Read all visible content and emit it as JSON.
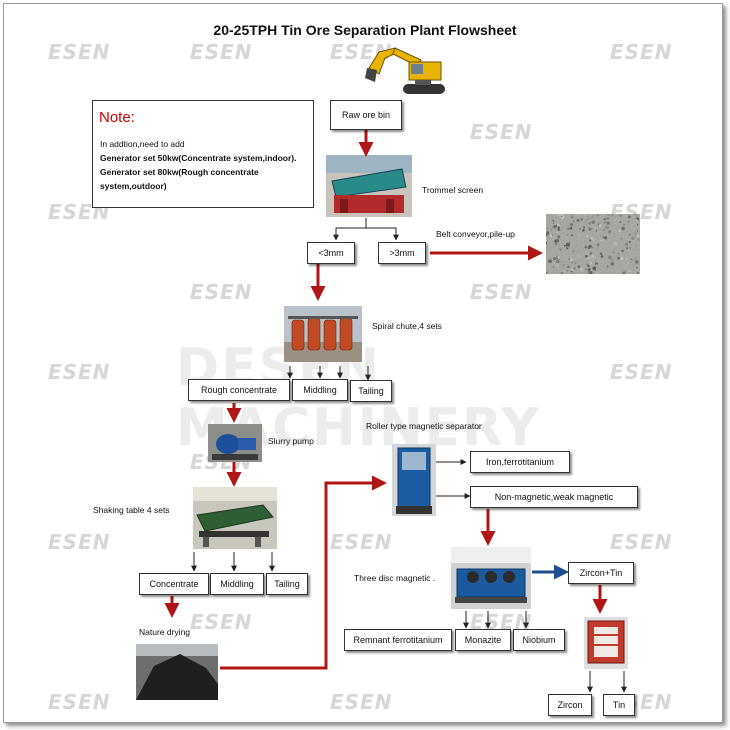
{
  "title": "20-25TPH Tin Ore Separation Plant Flowsheet",
  "watermark": {
    "logo": "ESEN",
    "center_text": "DESEN MACHINERY"
  },
  "note": {
    "heading": "Note:",
    "line1": "In addtion,need to add",
    "line2": "Generator set 50kw(Concentrate system,indoor).",
    "line3": "Generator set 80kw(Rough concentrate",
    "line4": "system,outdoor)"
  },
  "nodes": {
    "raw_ore_bin": "Raw ore bin",
    "trommel_screen": "Trommel screen",
    "under_3mm": "<3mm",
    "over_3mm": ">3mm",
    "belt_conveyor": "Belt conveyor,pile-up",
    "spiral_chute": "Spiral chute,4 sets",
    "rough_concentrate": "Rough concentrate",
    "middling_1": "Middling",
    "tailing_1": "Tailing",
    "slurry_pump": "Slurry pump",
    "shaking_table": "Shaking table 4 sets",
    "concentrate": "Concentrate",
    "middling_2": "Middling",
    "tailing_2": "Tailing",
    "nature_drying": "Nature drying",
    "roller_magnetic": "Roller type magnetic separator",
    "iron_ferrotitanium": "Iron,ferrotitanium",
    "non_magnetic": "Non-magnetic,weak magnetic",
    "three_disc": "Three disc magnetic .",
    "zircon_tin": "Zircon+Tin",
    "remnant_ferrotitanium": "Remnant ferrotitanium",
    "monazite": "Monazite",
    "niobium": "Niobium",
    "zircon": "Zircon",
    "tin": "Tin"
  },
  "colors": {
    "arrow_red": "#b01616",
    "arrow_blue": "#1f4e8c",
    "note_red": "#d80000"
  },
  "icons": [
    "excavator-icon",
    "trommel-screen-photo",
    "gravel-pile-photo",
    "spiral-chute-photo",
    "slurry-pump-photo",
    "shaking-table-photo",
    "dried-ore-pile-photo",
    "roller-magnetic-separator-photo",
    "three-disc-magnetic-separator-photo",
    "final-separator-photo"
  ]
}
